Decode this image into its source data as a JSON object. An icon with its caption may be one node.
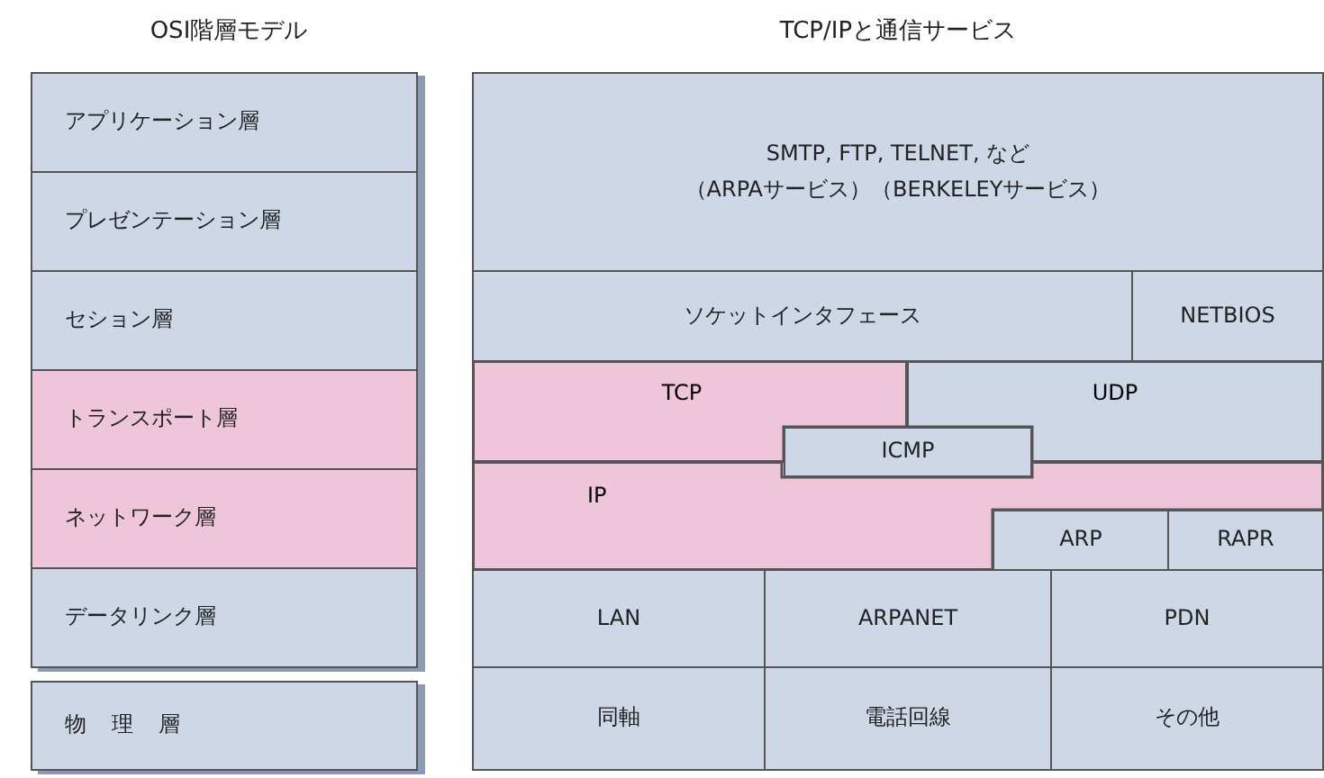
{
  "diagram": {
    "nodes": [
      {
        "text": [
          "OSI階層モデル"
        ]
      },
      {
        "text": [
          "アプリケーション層"
        ],
        "in": 0
      },
      {
        "text": [
          "プレゼンテーション層"
        ],
        "in": 0
      },
      {
        "text": [
          "セション層"
        ],
        "in": 0
      },
      {
        "text": [
          "トランスポート層"
        ],
        "in": 0
      },
      {
        "text": [
          "ネットワーク層"
        ],
        "in": 0
      },
      {
        "text": [
          "データリンク層"
        ],
        "in": 0
      },
      {
        "text": [
          "物理層"
        ],
        "in": 0
      },
      {
        "text": [
          "TCP/IPと通信サービス"
        ]
      },
      {
        "text": [
          "SMTP, FTP, TELNET, など",
          "（ARPAサービス）（BERKELEYサービス）"
        ],
        "in": 8
      },
      {
        "text": [
          "ソケットインタフェース"
        ],
        "in": 8
      },
      {
        "text": [
          "NETBIOS"
        ],
        "in": 8
      },
      {
        "text": [
          "TCP"
        ],
        "in": 8
      },
      {
        "text": [
          "UDP"
        ],
        "in": 8
      },
      {
        "text": [
          "ICMP"
        ],
        "in": 8
      },
      {
        "text": [
          "IP"
        ],
        "in": 8
      },
      {
        "text": [
          "ARP"
        ],
        "in": 8
      },
      {
        "text": [
          "RAPR"
        ],
        "in": 8
      },
      {
        "text": [
          "LAN"
        ],
        "in": 8
      },
      {
        "text": [
          "ARPANET"
        ],
        "in": 8
      },
      {
        "text": [
          "PDN"
        ],
        "in": 8
      },
      {
        "text": [
          "同軸"
        ],
        "in": 8
      },
      {
        "text": [
          "電話回線"
        ],
        "in": 8
      },
      {
        "text": [
          "その他"
        ],
        "in": 8
      }
    ]
  }
}
